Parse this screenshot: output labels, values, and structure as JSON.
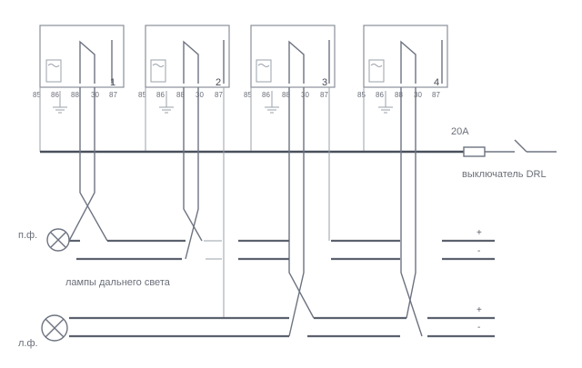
{
  "relays": [
    {
      "number": "1",
      "pins": [
        "85",
        "86",
        "88",
        "30",
        "87"
      ]
    },
    {
      "number": "2",
      "pins": [
        "85",
        "86",
        "88",
        "30",
        "87"
      ]
    },
    {
      "number": "3",
      "pins": [
        "85",
        "86",
        "88",
        "30",
        "87"
      ]
    },
    {
      "number": "4",
      "pins": [
        "85",
        "86",
        "88",
        "30",
        "87"
      ]
    }
  ],
  "fuse": {
    "label": "20A"
  },
  "switch": {
    "label": "выключатель DRL"
  },
  "lamps": {
    "caption": "лампы дальнего света",
    "top_label": "п.ф.",
    "bottom_label": "л.ф."
  },
  "terminals": {
    "top_plus": "+",
    "top_minus": "-",
    "bottom_plus": "+",
    "bottom_minus": "-"
  }
}
